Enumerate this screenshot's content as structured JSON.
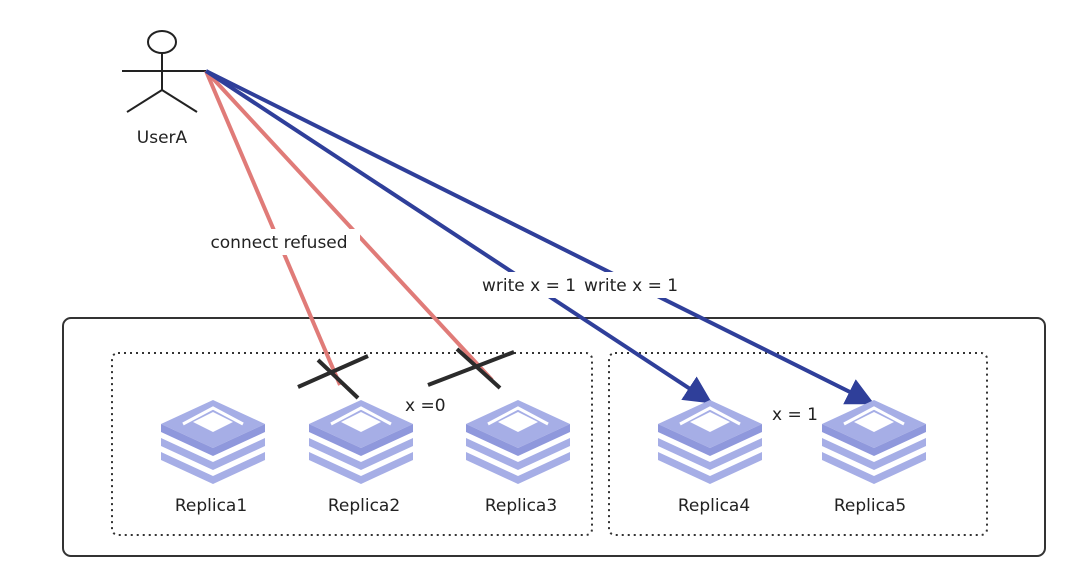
{
  "actor": {
    "label": "UserA"
  },
  "edges": {
    "refused": {
      "label": "connect refused",
      "color": "#e07b78"
    },
    "write_a": {
      "label": "write x = 1",
      "color": "#2f3f9a"
    },
    "write_b": {
      "label": "write x = 1",
      "color": "#2f3f9a"
    }
  },
  "groups": {
    "left": {
      "state": "x =0"
    },
    "right": {
      "state": "x = 1"
    }
  },
  "replicas": [
    {
      "label": "Replica1"
    },
    {
      "label": "Replica2"
    },
    {
      "label": "Replica3"
    },
    {
      "label": "Replica4"
    },
    {
      "label": "Replica5"
    }
  ],
  "colors": {
    "replica_icon": "#a6aee6",
    "replica_icon_line": "#ffffff",
    "cross": "#2b2b2b",
    "frame": "#333333"
  }
}
